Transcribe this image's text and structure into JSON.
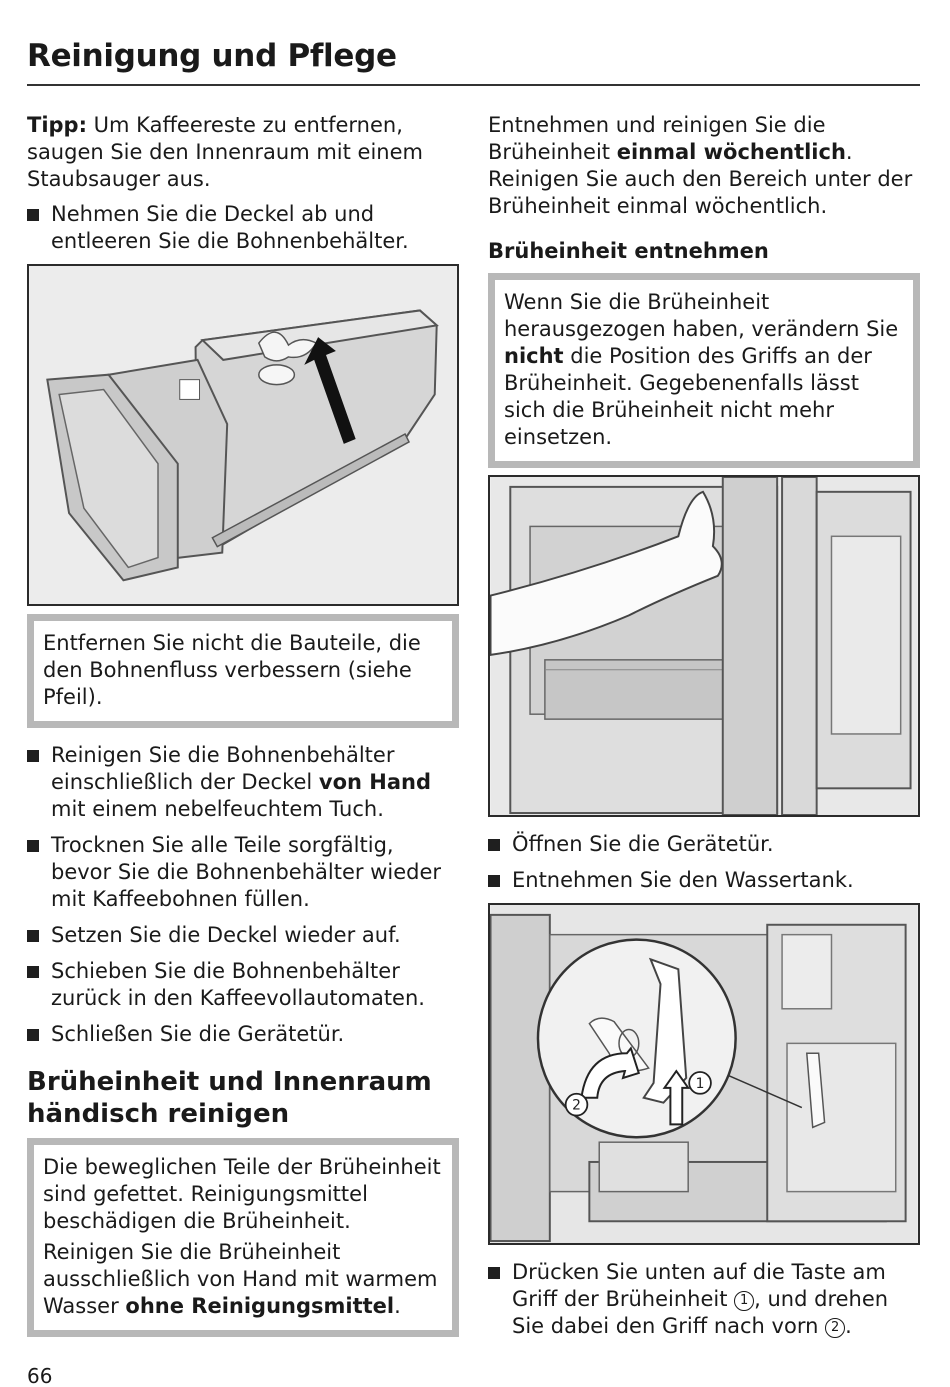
{
  "page": {
    "title": "Reinigung und Pflege",
    "page_number": "66"
  },
  "left": {
    "tip_label": "Tipp:",
    "tip_text": " Um Kaffeereste zu entfernen, saugen Sie den Innenraum mit einem Staubsauger aus.",
    "bullet_remove_lids": "Nehmen Sie die Deckel ab und entleeren Sie die Bohnenbehälter.",
    "warning_parts": "Entfernen Sie nicht die Bauteile, die den Bohnenfluss verbessern (siehe Pfeil).",
    "clean_containers": {
      "before": "Reinigen Sie die Bohnenbehälter einschließlich der Deckel ",
      "bold": "von Hand",
      "after": " mit einem nebelfeuchtem Tuch."
    },
    "bullets": [
      "Trocknen Sie alle Teile sorgfältig, bevor Sie die Bohnenbehälter wieder mit Kaffeebohnen füllen.",
      "Setzen Sie die Deckel wieder auf.",
      "Schieben Sie die Bohnenbehälter zurück in den Kaffeevollautomaten.",
      "Schließen Sie die Gerätetür."
    ],
    "section_heading": "Brüheinheit und Innenraum händisch reinigen",
    "warning_greased": "Die beweglichen Teile der Brüheinheit sind gefettet. Reinigungsmittel beschädigen die Brüheinheit.",
    "warning_hand": {
      "before": "Reinigen Sie die Brüheinheit ausschließlich von Hand mit warmem Wasser ",
      "bold": "ohne Reinigungsmittel",
      "after": "."
    }
  },
  "right": {
    "intro": {
      "before": "Entnehmen und reinigen Sie die Brüheinheit ",
      "bold": "einmal wöchentlich",
      "after": ". Reinigen Sie auch den Bereich unter der Brüheinheit einmal wöchentlich."
    },
    "sub_heading": "Brüheinheit entnehmen",
    "warning_handle": {
      "before": "Wenn Sie die Brüheinheit herausgezogen haben, verändern Sie ",
      "bold": "nicht",
      "after": " die Position des Griffs an der Brüheinheit. Gegebenenfalls lässt sich die Brüheinheit nicht mehr einsetzen."
    },
    "bullets_open": [
      "Öffnen Sie die Gerätetür.",
      "Entnehmen Sie den Wassertank."
    ],
    "press_button": {
      "part1": "Drücken Sie unten auf die Taste am Griff der Brüheinheit ",
      "marker1": "1",
      "part2": ", und drehen Sie dabei den Griff nach vorn ",
      "marker2": "2",
      "part3": "."
    },
    "callout_1": "1",
    "callout_2": "2"
  },
  "colors": {
    "text": "#1a1a1a",
    "warning_border": "#b8b8b8",
    "figure_bg": "#f2f2f2"
  }
}
